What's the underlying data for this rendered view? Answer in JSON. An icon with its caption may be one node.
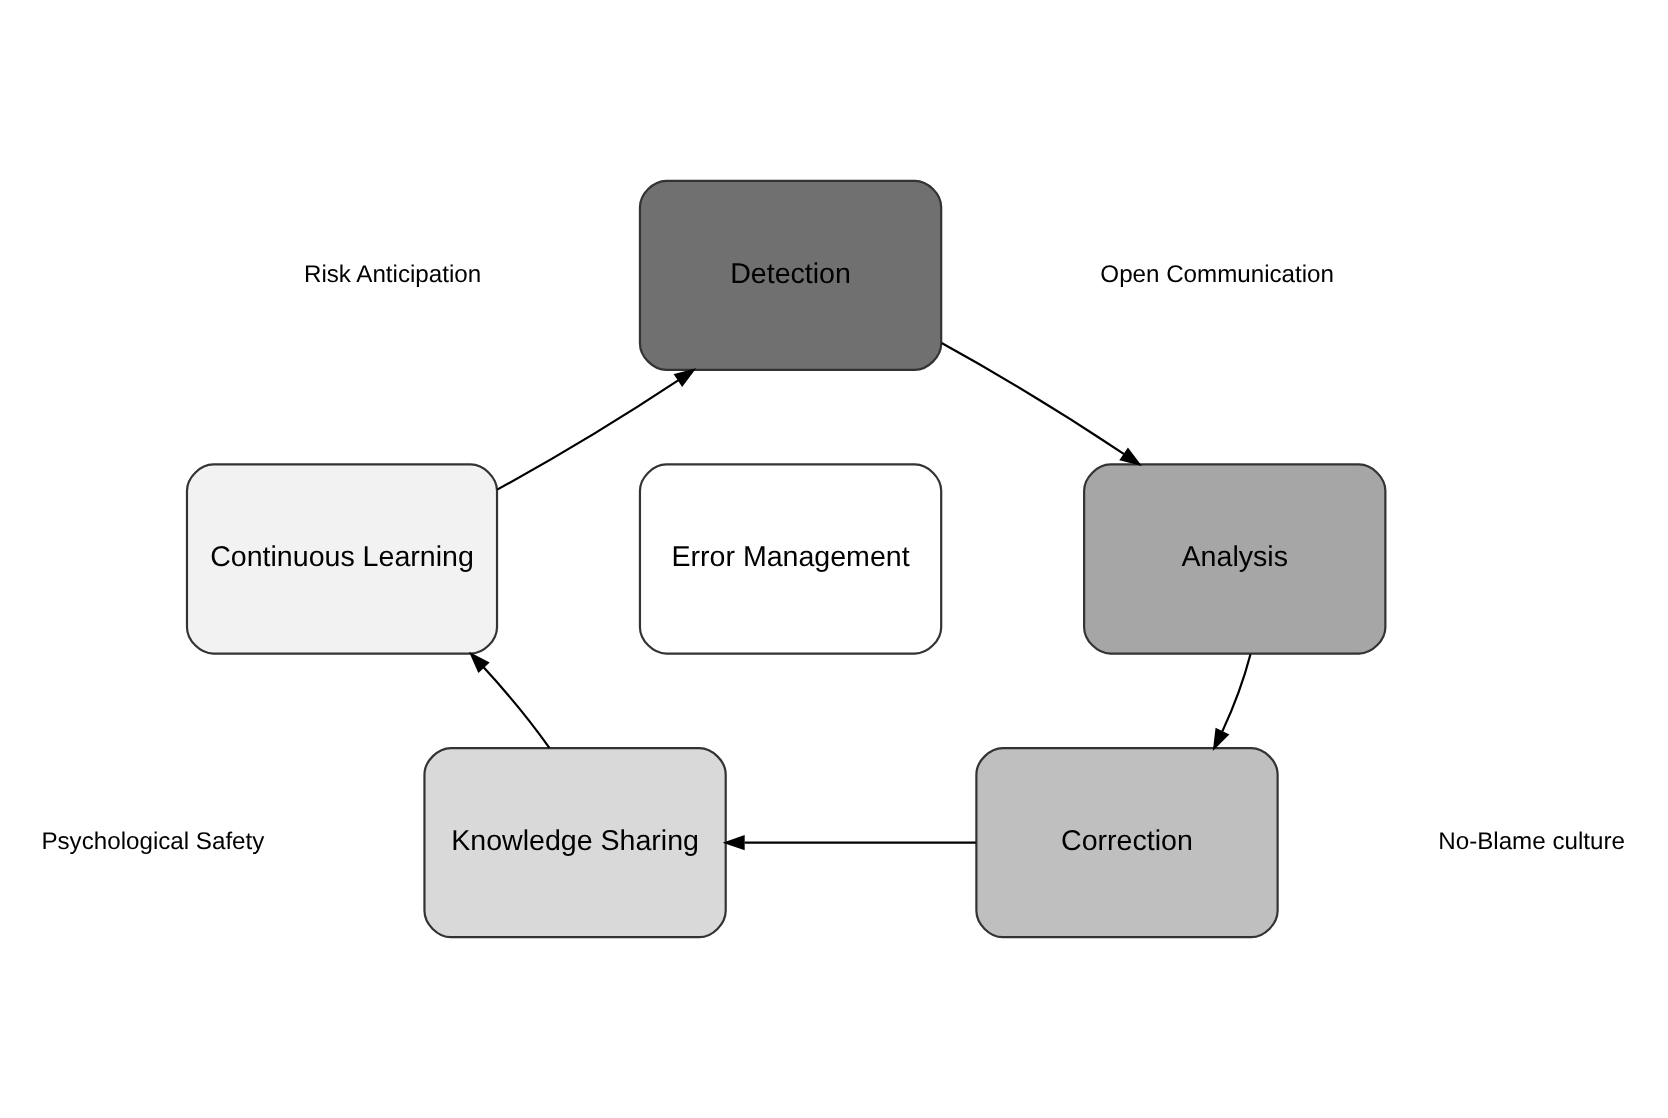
{
  "diagram": {
    "nodes": [
      {
        "text": [
          "Detection"
        ]
      },
      {
        "text": [
          "Analysis"
        ]
      },
      {
        "text": [
          "Correction"
        ]
      },
      {
        "text": [
          "Knowledge Sharing"
        ]
      },
      {
        "text": [
          "Continuous Learning"
        ]
      },
      {
        "text": [
          "Error Management"
        ]
      }
    ],
    "edges": [
      {
        "from": 0,
        "to": 1,
        "arrow": "to"
      },
      {
        "from": 1,
        "to": 2,
        "arrow": "to"
      },
      {
        "from": 2,
        "to": 3,
        "arrow": "to"
      },
      {
        "from": 3,
        "to": 4,
        "arrow": "to"
      },
      {
        "from": 4,
        "to": 0,
        "arrow": "to"
      }
    ],
    "labels": [
      "Risk Anticipation",
      "Open Communication",
      "Psychological Safety",
      "No-Blame culture"
    ]
  }
}
